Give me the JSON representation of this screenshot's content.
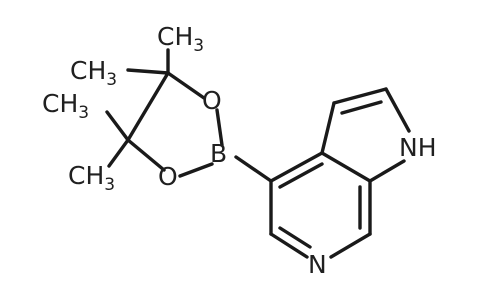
{
  "molecule": {
    "atoms": {
      "methyl_1": "CH3",
      "methyl_2": "CH3",
      "methyl_3": "CH3",
      "methyl_4": "CH3",
      "oxygen_upper": "O",
      "oxygen_lower": "O",
      "boron": "B",
      "nh": "NH",
      "n_pyridine": "N"
    }
  }
}
